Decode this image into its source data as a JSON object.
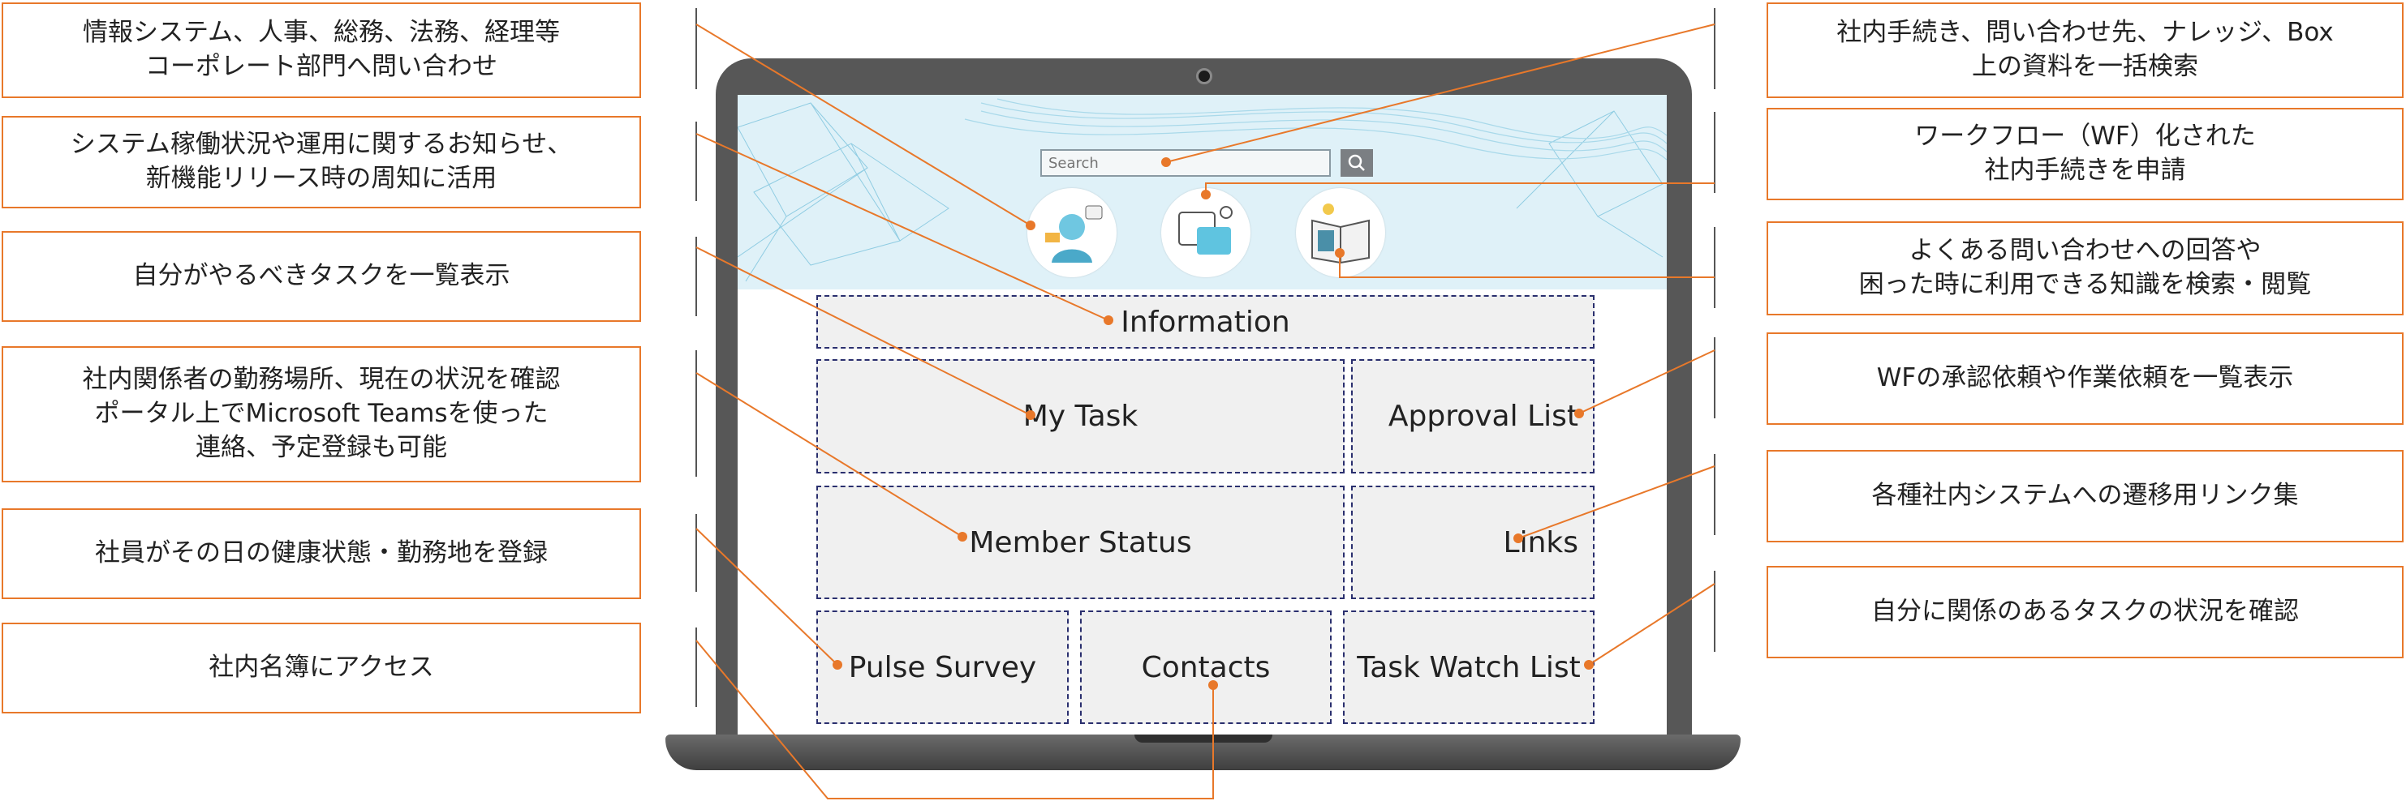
{
  "callouts_left": [
    "情報システム、人事、総務、法務、経理等\nコーポレート部門へ問い合わせ",
    "システム稼働状況や運用に関するお知らせ、\n新機能リリース時の周知に活用",
    "自分がやるべきタスクを一覧表示",
    "社内関係者の勤務場所、現在の状況を確認\nポータル上でMicrosoft Teamsを使った\n連絡、予定登録も可能",
    "社員がその日の健康状態・勤務地を登録",
    "社内名簿にアクセス"
  ],
  "callouts_right": [
    "社内手続き、問い合わせ先、ナレッジ、Box\n上の資料を一括検索",
    "ワークフロー（WF）化された\n社内手続きを申請",
    "よくある問い合わせへの回答や\n困った時に利用できる知識を検索・閲覧",
    "WFの承認依頼や作業依頼を一覧表示",
    "各種社内システムへの遷移用リンク集",
    "自分に関係のあるタスクの状況を確認"
  ],
  "portal": {
    "search_placeholder": "Search",
    "tiles": {
      "information": "Information",
      "my_task": "My Task",
      "approval_list": "Approval List",
      "member_status": "Member Status",
      "links": "Links",
      "pulse_survey": "Pulse Survey",
      "contacts": "Contacts",
      "task_watch_list": "Task Watch List"
    },
    "icons": [
      "helpdesk-icon",
      "workflow-icon",
      "knowledge-book-icon"
    ]
  },
  "colors": {
    "accent": "#e8782a",
    "tile_border": "#2a2f6e",
    "tile_fill": "#f0f0f0",
    "banner": "#dff1f8",
    "laptop": "#575757"
  }
}
